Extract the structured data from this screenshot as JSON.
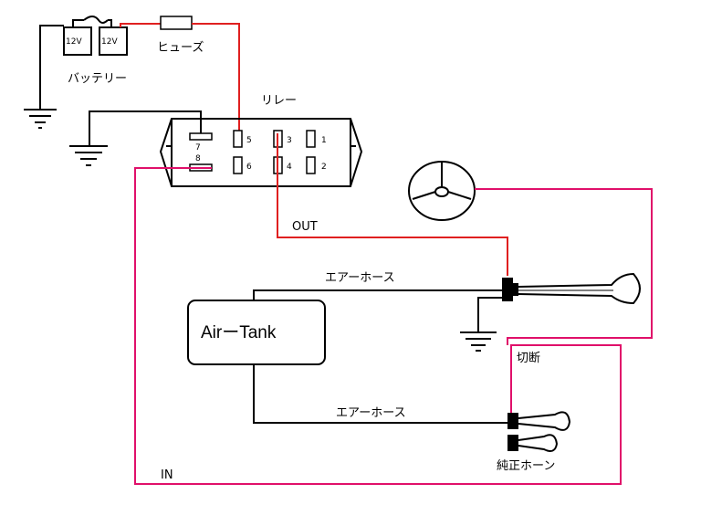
{
  "colors": {
    "wire_black": "#000000",
    "wire_red": "#e02020",
    "wire_pink": "#e0106a",
    "background": "#ffffff"
  },
  "labels": {
    "battery_cell_1": "12V",
    "battery_cell_2": "12V",
    "battery": "バッテリー",
    "fuse": "ヒューズ",
    "relay": "リレー",
    "relay_pin_5": "5",
    "relay_pin_6": "6",
    "relay_pin_3": "3",
    "relay_pin_4": "4",
    "relay_pin_1": "1",
    "relay_pin_2": "2",
    "relay_pin_7": "7",
    "relay_pin_8": "8",
    "out": "OUT",
    "in": "IN",
    "air_hose_top": "エアーホース",
    "air_hose_bottom": "エアーホース",
    "air_tank": "AirーTank",
    "cutoff": "切断",
    "stock_horn": "純正ホーン"
  },
  "icons": [
    "ground-icon",
    "steering-wheel-icon",
    "battery-icon",
    "fuse-icon",
    "air-horn-icon",
    "stock-horn-icon"
  ]
}
